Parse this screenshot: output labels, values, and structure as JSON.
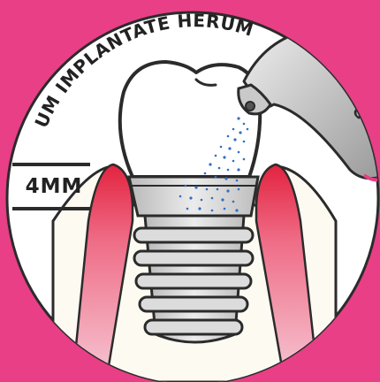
{
  "diagram": {
    "curved_label": "UM IMPLANTATE HERUM",
    "measurement_label": "4MM",
    "handpiece_partial_text": "G",
    "colors": {
      "background": "#e83f86",
      "circle_fill": "#ffffff",
      "gum_red": "#e2233f",
      "gum_pink": "#f6c9d6",
      "bone": "#fdfaf2",
      "outline": "#2b2b2b",
      "metal": "#d9d9d9",
      "spray": "#2f6fc4"
    }
  }
}
